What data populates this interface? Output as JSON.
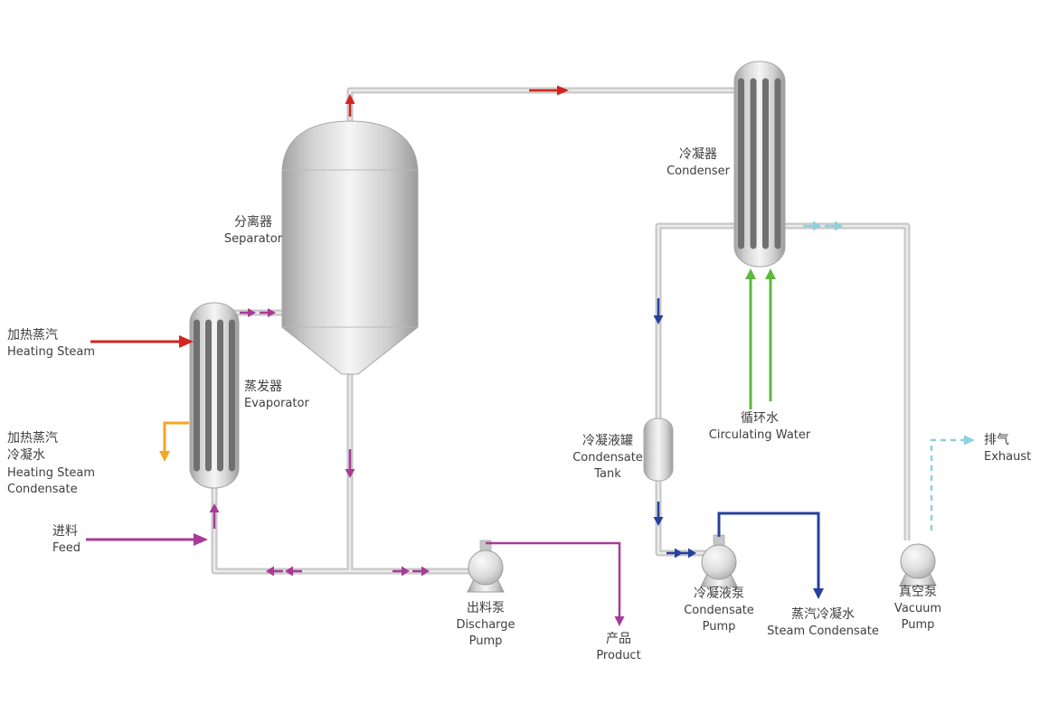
{
  "labels": {
    "separator": {
      "zh": "分离器",
      "en": "Separator"
    },
    "evaporator": {
      "zh": "蒸发器",
      "en": "Evaporator"
    },
    "condenser": {
      "zh": "冷凝器",
      "en": "Condenser"
    },
    "heating_steam": {
      "zh": "加热蒸汽",
      "en": "Heating Steam"
    },
    "heating_steam_condensate": {
      "zh": "加热蒸汽\n冷凝水",
      "en": "Heating Steam\nCondensate"
    },
    "feed": {
      "zh": "进料",
      "en": "Feed"
    },
    "discharge_pump": {
      "zh": "出料泵",
      "en": "Discharge\nPump"
    },
    "product": {
      "zh": "产品",
      "en": "Product"
    },
    "condensate_tank": {
      "zh": "冷凝液罐",
      "en": "Condensate\nTank"
    },
    "condensate_pump": {
      "zh": "冷凝液泵",
      "en": "Condensate\nPump"
    },
    "steam_condensate": {
      "zh": "蒸汽冷凝水",
      "en": "Steam Condensate"
    },
    "circulating_water": {
      "zh": "循环水",
      "en": "Circulating Water"
    },
    "vacuum_pump": {
      "zh": "真空泵",
      "en": "Vacuum\nPump"
    },
    "exhaust": {
      "zh": "排气",
      "en": "Exhaust"
    }
  },
  "colors": {
    "pipe": "#c8c8c8",
    "heating_steam_red": "#d2251e",
    "condensate_orange": "#f5a623",
    "process_magenta": "#a93a96",
    "cooling_green": "#5cb83e",
    "condensate_blue": "#27409e",
    "vacuum_cyan": "#8ecfe0",
    "background": "#ffffff"
  }
}
